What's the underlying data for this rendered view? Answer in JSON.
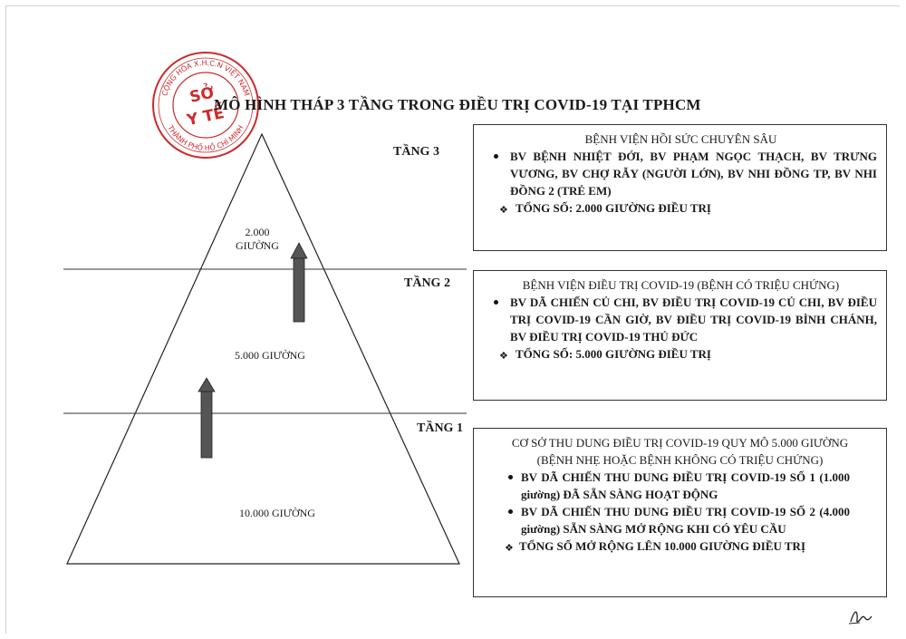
{
  "seal": {
    "ring_text": "CỘNG HÒA X.H.C.N VIỆT NAM",
    "bottom_text": "THÀNH PHỐ HỒ CHÍ MINH",
    "center_line1": "SỞ",
    "center_line2": "Y TẾ",
    "color": "#cc2b2b"
  },
  "title": "MÔ HÌNH THÁP 3 TẦNG TRONG ĐIỀU TRỊ COVID-19 TẠI TPHCM",
  "pyramid": {
    "top_beds_number": "2.000",
    "top_beds_unit": "GIƯỜNG",
    "middle_beds": "5.000 GIƯỜNG",
    "bottom_beds": "10.000 GIƯỜNG",
    "arrow_color": "#555555"
  },
  "tiers": {
    "tier3": {
      "label": "TẦNG 3",
      "heading": "BỆNH VIỆN HỒI SỨC CHUYÊN SÂU",
      "items": [
        "BV BỆNH NHIỆT ĐỚI, BV PHẠM NGỌC THẠCH, BV TRƯNG VƯƠNG, BV CHỢ RẪY (NGƯỜI LỚN), BV NHI ĐỒNG TP, BV NHI ĐỒNG 2 (TRẺ EM)"
      ],
      "total": "TỔNG SỐ: 2.000 GIƯỜNG ĐIỀU TRỊ"
    },
    "tier2": {
      "label": "TẦNG 2",
      "heading": "BỆNH VIỆN ĐIỀU TRỊ COVID-19 (BỆNH CÓ TRIỆU CHỨNG)",
      "items": [
        "BV DÃ CHIẾN CỦ CHI, BV ĐIỀU TRỊ COVID-19 CỦ CHI, BV ĐIỀU TRỊ COVID-19 CẦN GIỜ, BV ĐIỀU TRỊ COVID-19 BÌNH CHÁNH, BV ĐIỀU TRỊ COVID-19 THỦ ĐỨC"
      ],
      "total": "TỔNG SỐ: 5.000 GIƯỜNG ĐIỀU TRỊ"
    },
    "tier1": {
      "label": "TẦNG 1",
      "heading": "CƠ SỞ THU DUNG ĐIỀU TRỊ COVID-19 QUY MÔ 5.000 GIƯỜNG (BỆNH NHẸ HOẶC BỆNH KHÔNG CÓ TRIỆU CHỨNG)",
      "items": [
        "BV DÃ CHIẾN THU DUNG ĐIỀU TRỊ COVID-19 SỐ 1 (1.000 giường) ĐÃ SẴN SÀNG HOẠT ĐỘNG",
        "BV DÃ CHIẾN THU DUNG ĐIỀU TRỊ COVID-19 SỐ 2 (4.000 giường) SẴN SÀNG MỞ RỘNG KHI CÓ YÊU CẦU"
      ],
      "total": "TỔNG SỐ MỞ RỘNG LÊN 10.000 GIƯỜNG ĐIỀU TRỊ"
    }
  },
  "bullet_symbol": "❖"
}
